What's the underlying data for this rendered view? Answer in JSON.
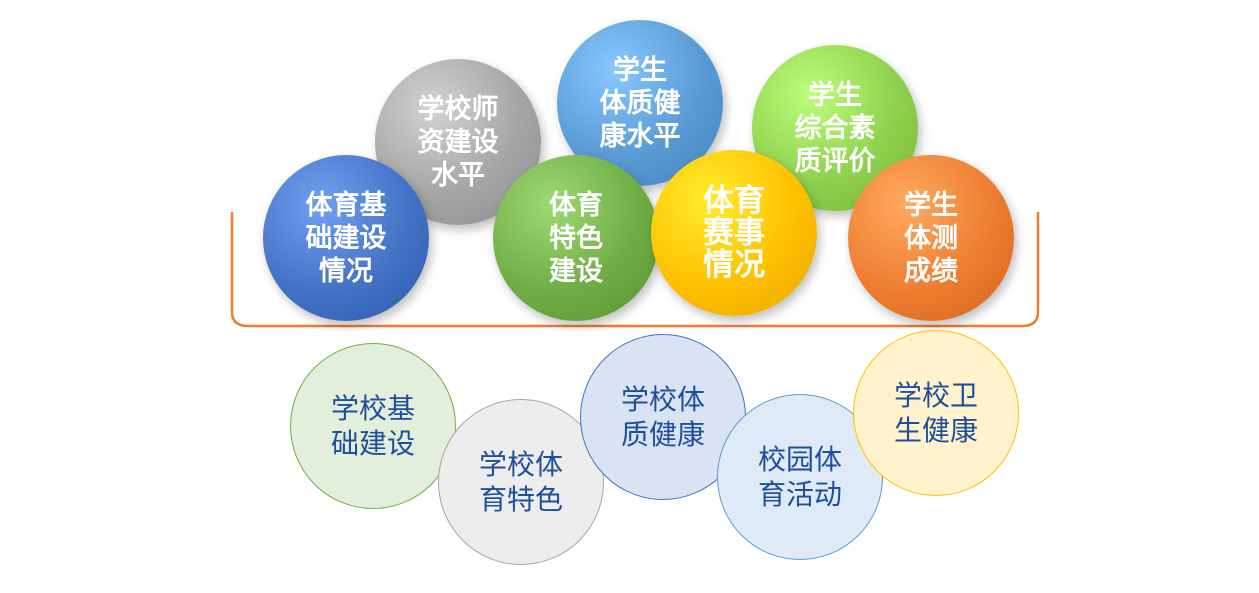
{
  "top_circles": [
    {
      "text": "学校师\n资建设\n水平",
      "color": "#a5a5a5"
    },
    {
      "text": "学生\n体质健\n康水平",
      "color": "#5b9bd5"
    },
    {
      "text": "学生\n综合素\n质评价",
      "color": "#8fd14f"
    },
    {
      "text": "体育基\n础建设\n情况",
      "color": "#4472c4"
    },
    {
      "text": "体育\n特色\n建设",
      "color": "#70ad47"
    },
    {
      "text": "体育\n赛事\n情况",
      "color": "#ffc000"
    },
    {
      "text": "学生\n体测\n成绩",
      "color": "#ed7d31"
    }
  ],
  "bracket_color": "#ed7d31",
  "bottom_circles": [
    {
      "text": "学校基\n础建设",
      "fill": "#e2efda",
      "border": "#70ad47"
    },
    {
      "text": "学校体\n育特色",
      "fill": "#ededed",
      "border": "#a5a5a5"
    },
    {
      "text": "学校体\n质健康",
      "fill": "#dae3f3",
      "border": "#4472c4"
    },
    {
      "text": "校园体\n育活动",
      "fill": "#deebf7",
      "border": "#5b9bd5"
    },
    {
      "text": "学校卫\n生健康",
      "fill": "#fff2cc",
      "border": "#ffc000"
    }
  ]
}
